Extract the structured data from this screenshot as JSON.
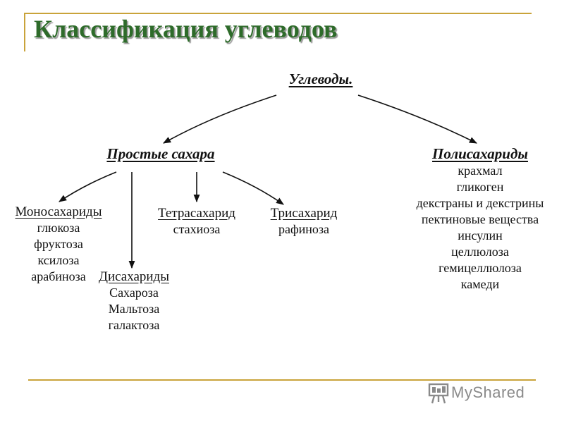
{
  "title": "Классификация углеводов",
  "diagram": {
    "root": {
      "label": "Углеводы."
    },
    "simple": {
      "label": "Простые сахара"
    },
    "poly": {
      "label": "Полисахариды",
      "items": [
        "крахмал",
        "гликоген",
        "декстраны и декстрины",
        "пектиновые вещества",
        "инсулин",
        "целлюлоза",
        "гемицеллюлоза",
        "камеди"
      ]
    },
    "mono": {
      "label": "Моносахариды",
      "items": [
        "глюкоза",
        "фруктоза",
        "ксилоза",
        "арабиноза"
      ]
    },
    "di": {
      "label": "Дисахариды",
      "items": [
        "Сахароза",
        "Мальтоза",
        "галактоза"
      ]
    },
    "tetra": {
      "label": "Тетрасахарид",
      "items": [
        "стахиоза"
      ]
    },
    "tri": {
      "label": "Трисахарид",
      "items": [
        "рафиноза"
      ]
    }
  },
  "logo": {
    "text": "MyShared",
    "icon": "presentation-board-icon",
    "color": "#8a8a8a"
  },
  "colors": {
    "title": "#2e6b2a",
    "accent_line": "#c9a33a",
    "text": "#111111"
  }
}
